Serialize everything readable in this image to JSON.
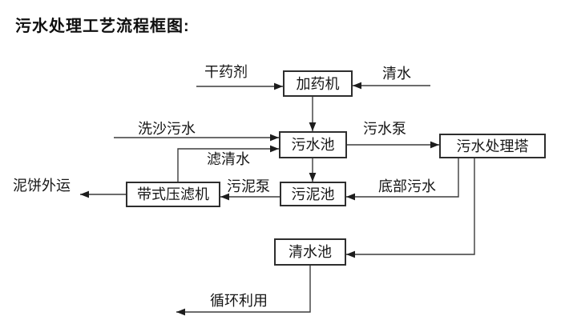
{
  "title": "污水处理工艺流程框图:",
  "diagram": {
    "type": "flowchart",
    "nodes": [
      {
        "id": "dosing-machine",
        "label": "加药机"
      },
      {
        "id": "sewage-pool",
        "label": "污水池"
      },
      {
        "id": "sewage-treatment-tower",
        "label": "污水处理塔"
      },
      {
        "id": "belt-filter-press",
        "label": "带式压滤机"
      },
      {
        "id": "sludge-pool",
        "label": "污泥池"
      },
      {
        "id": "clean-water-pool",
        "label": "清水池"
      }
    ],
    "edges": [
      {
        "id": "dry-agent-in",
        "label": "干药剂",
        "from": "干药剂",
        "to": "加药机"
      },
      {
        "id": "clean-water-in",
        "label": "清水",
        "from": "清水",
        "to": "加药机"
      },
      {
        "id": "dosing-to-sewage",
        "label": "",
        "from": "加药机",
        "to": "污水池"
      },
      {
        "id": "sand-washing-in",
        "label": "洗沙污水",
        "from": "洗沙污水",
        "to": "污水池"
      },
      {
        "id": "filtered-water",
        "label": "滤清水",
        "from": "带式压滤机",
        "to": "污水池"
      },
      {
        "id": "sewage-pump",
        "label": "污水泵",
        "from": "污水池",
        "to": "污水处理塔"
      },
      {
        "id": "sewage-to-sludge",
        "label": "",
        "from": "污水池",
        "to": "污泥池"
      },
      {
        "id": "bottom-sewage",
        "label": "底部污水",
        "from": "污水处理塔",
        "to": "污泥池"
      },
      {
        "id": "tower-to-clean-pool",
        "label": "",
        "from": "污水处理塔",
        "to": "清水池"
      },
      {
        "id": "sludge-pump",
        "label": "污泥泵",
        "from": "污泥池",
        "to": "带式压滤机"
      },
      {
        "id": "mud-cake-out",
        "label": "泥饼外运",
        "from": "带式压滤机",
        "to": "泥饼外运"
      },
      {
        "id": "recycle-use",
        "label": "循环利用",
        "from": "清水池",
        "to": "循环利用"
      }
    ],
    "line_color": "#3c3c3c",
    "box_border_color": "#2e2e2e",
    "background_color": "#ffffff"
  }
}
